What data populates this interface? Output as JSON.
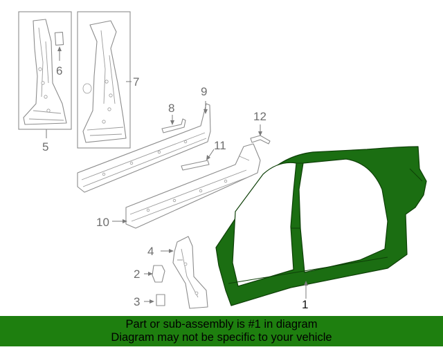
{
  "callouts": {
    "c1": "1",
    "c2": "2",
    "c3": "3",
    "c4": "4",
    "c5": "5",
    "c6": "6",
    "c7": "7",
    "c8": "8",
    "c9": "9",
    "c10": "10",
    "c11": "11",
    "c12": "12"
  },
  "highlighted_part": "1",
  "colors": {
    "highlight": "#1b6e12",
    "banner": "#1e7f0f",
    "line": "#8c8c8c"
  },
  "banner": {
    "line1": "Part or sub-assembly is #1 in diagram",
    "line2": "Diagram may not be specific to your vehicle"
  }
}
